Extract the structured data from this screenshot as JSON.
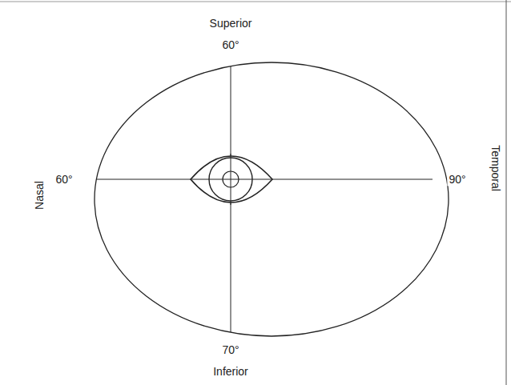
{
  "diagram": {
    "labels": [
      "Superior",
      "60°",
      "Nasal",
      "60°",
      "90°",
      "Temporal",
      "70°",
      "Inferior"
    ]
  }
}
